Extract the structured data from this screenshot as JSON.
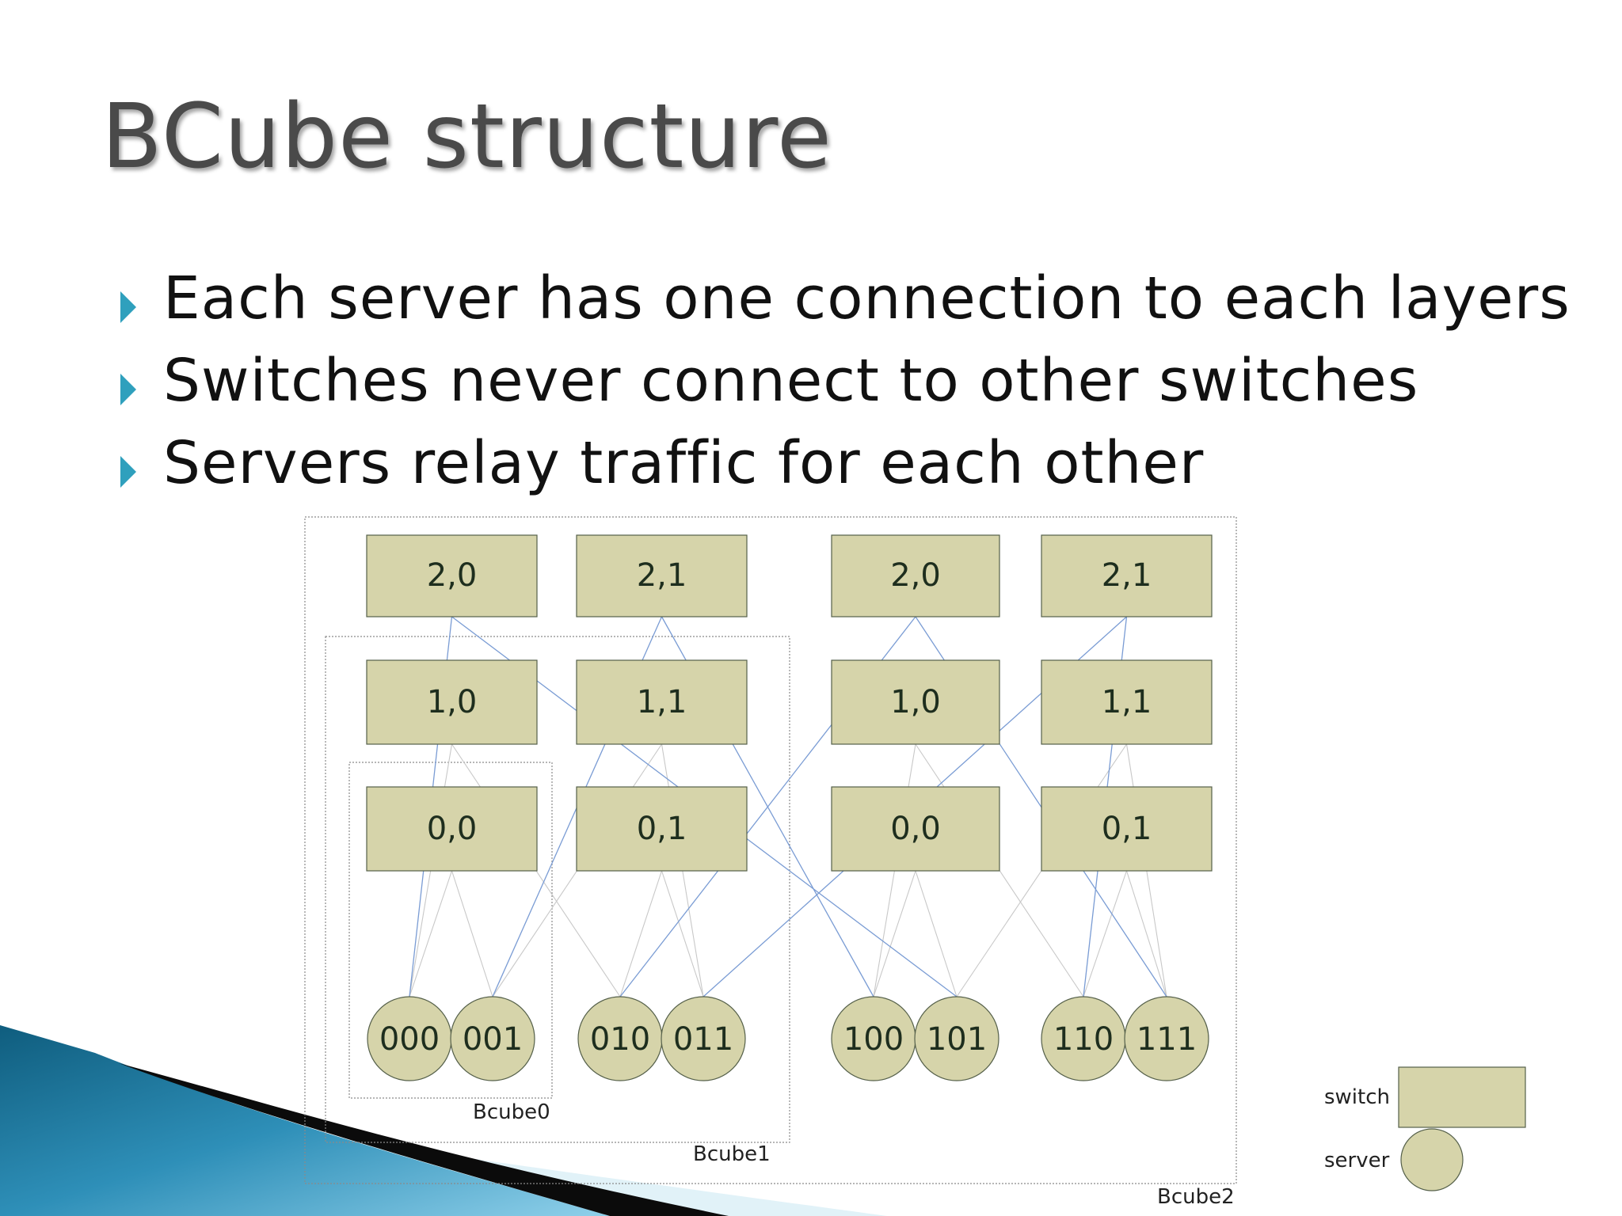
{
  "slide": {
    "title": "BCube structure",
    "bullets": [
      "Each server has one connection to each layers",
      "Switches never connect to other switches",
      "Servers relay traffic for each other"
    ]
  },
  "diagram": {
    "switch_rows": [
      [
        "2,0",
        "2,1",
        "2,0",
        "2,1"
      ],
      [
        "1,0",
        "1,1",
        "1,0",
        "1,1"
      ],
      [
        "0,0",
        "0,1",
        "0,0",
        "0,1"
      ]
    ],
    "servers": [
      "000",
      "001",
      "010",
      "011",
      "100",
      "101",
      "110",
      "111"
    ],
    "group_labels": [
      "Bcube0",
      "Bcube1",
      "Bcube2"
    ],
    "legend": {
      "switch_label": "switch",
      "server_label": "server"
    },
    "colors": {
      "node_fill": "#d6d4aa",
      "node_stroke": "#55604a",
      "blue_link": "#7a9cd4",
      "gray_link": "#c8c8c8",
      "frame": "#8a8a8a",
      "bullet": "#2fa0bd"
    }
  }
}
